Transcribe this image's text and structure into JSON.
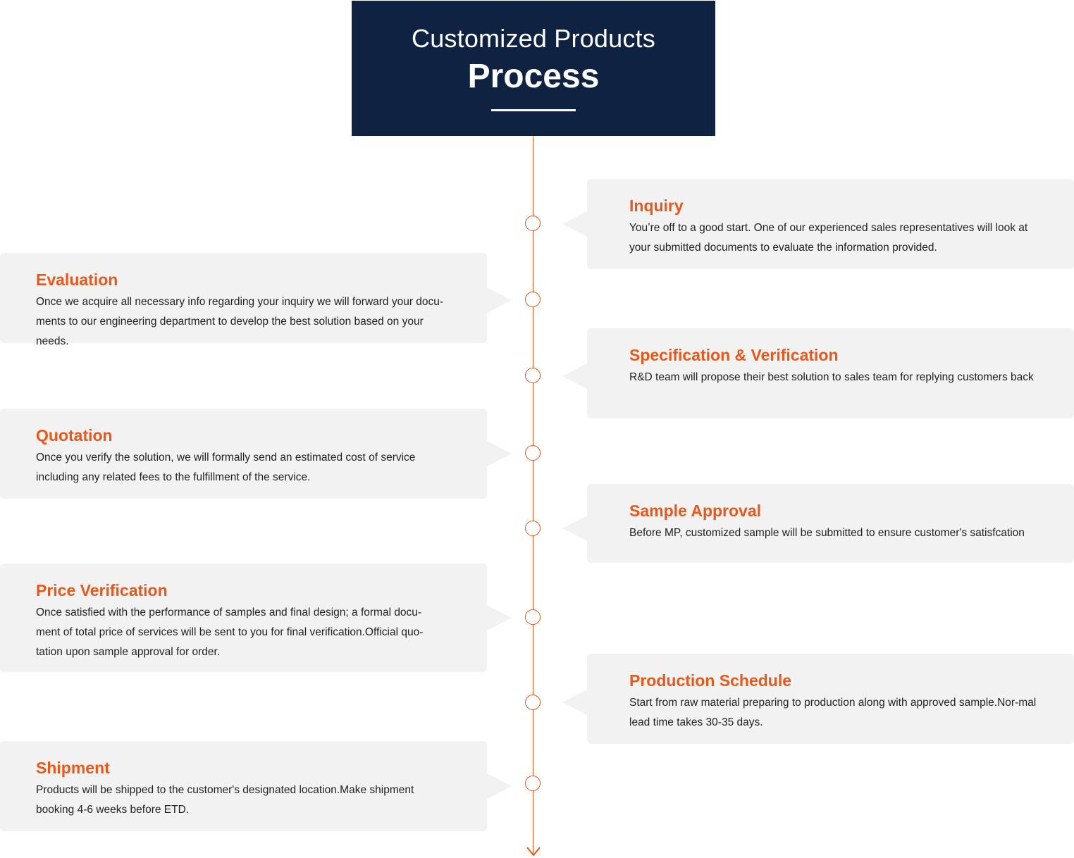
{
  "header": {
    "subtitle": "Customized Products",
    "title": "Process"
  },
  "steps": [
    {
      "title": "Inquiry",
      "text": "You’re off to a good start. One of our experienced sales representatives will look at your submitted documents to evaluate the information provided."
    },
    {
      "title": "Evaluation",
      "text": "Once we acquire all necessary info regarding your inquiry we will forward your docu-ments to our engineering department to develop the best solution based on your needs."
    },
    {
      "title": "Specification & Verification",
      "text": "R&D team will propose their best solution to sales team for replying customers back"
    },
    {
      "title": "Quotation",
      "text": "Once you verify the solution, we will formally send an estimated cost of service including any related fees to the fulfillment of the service."
    },
    {
      "title": "Sample Approval",
      "text": "Before MP, customized sample will be submitted to ensure customer's satisfcation"
    },
    {
      "title": "Price Verification",
      "text": "Once satisfied with the performance of samples and final design; a formal docu-ment of total price of services will be sent to you for final verification.Official quo-tation upon sample approval for order."
    },
    {
      "title": "Production Schedule",
      "text": "Start from raw material preparing to production along with approved sample.Nor-mal lead time takes 30-35 days."
    },
    {
      "title": "Shipment",
      "text": "Products will be shipped to the customer's designated location.Make shipment booking 4-6 weeks before ETD."
    }
  ],
  "colors": {
    "header_bg": "#0f2241",
    "accent": "#e8581a",
    "card_bg": "#f2f2f2"
  },
  "icons": {
    "timeline_end": "arrow-down-icon",
    "timeline_node": "circle-node-icon"
  }
}
